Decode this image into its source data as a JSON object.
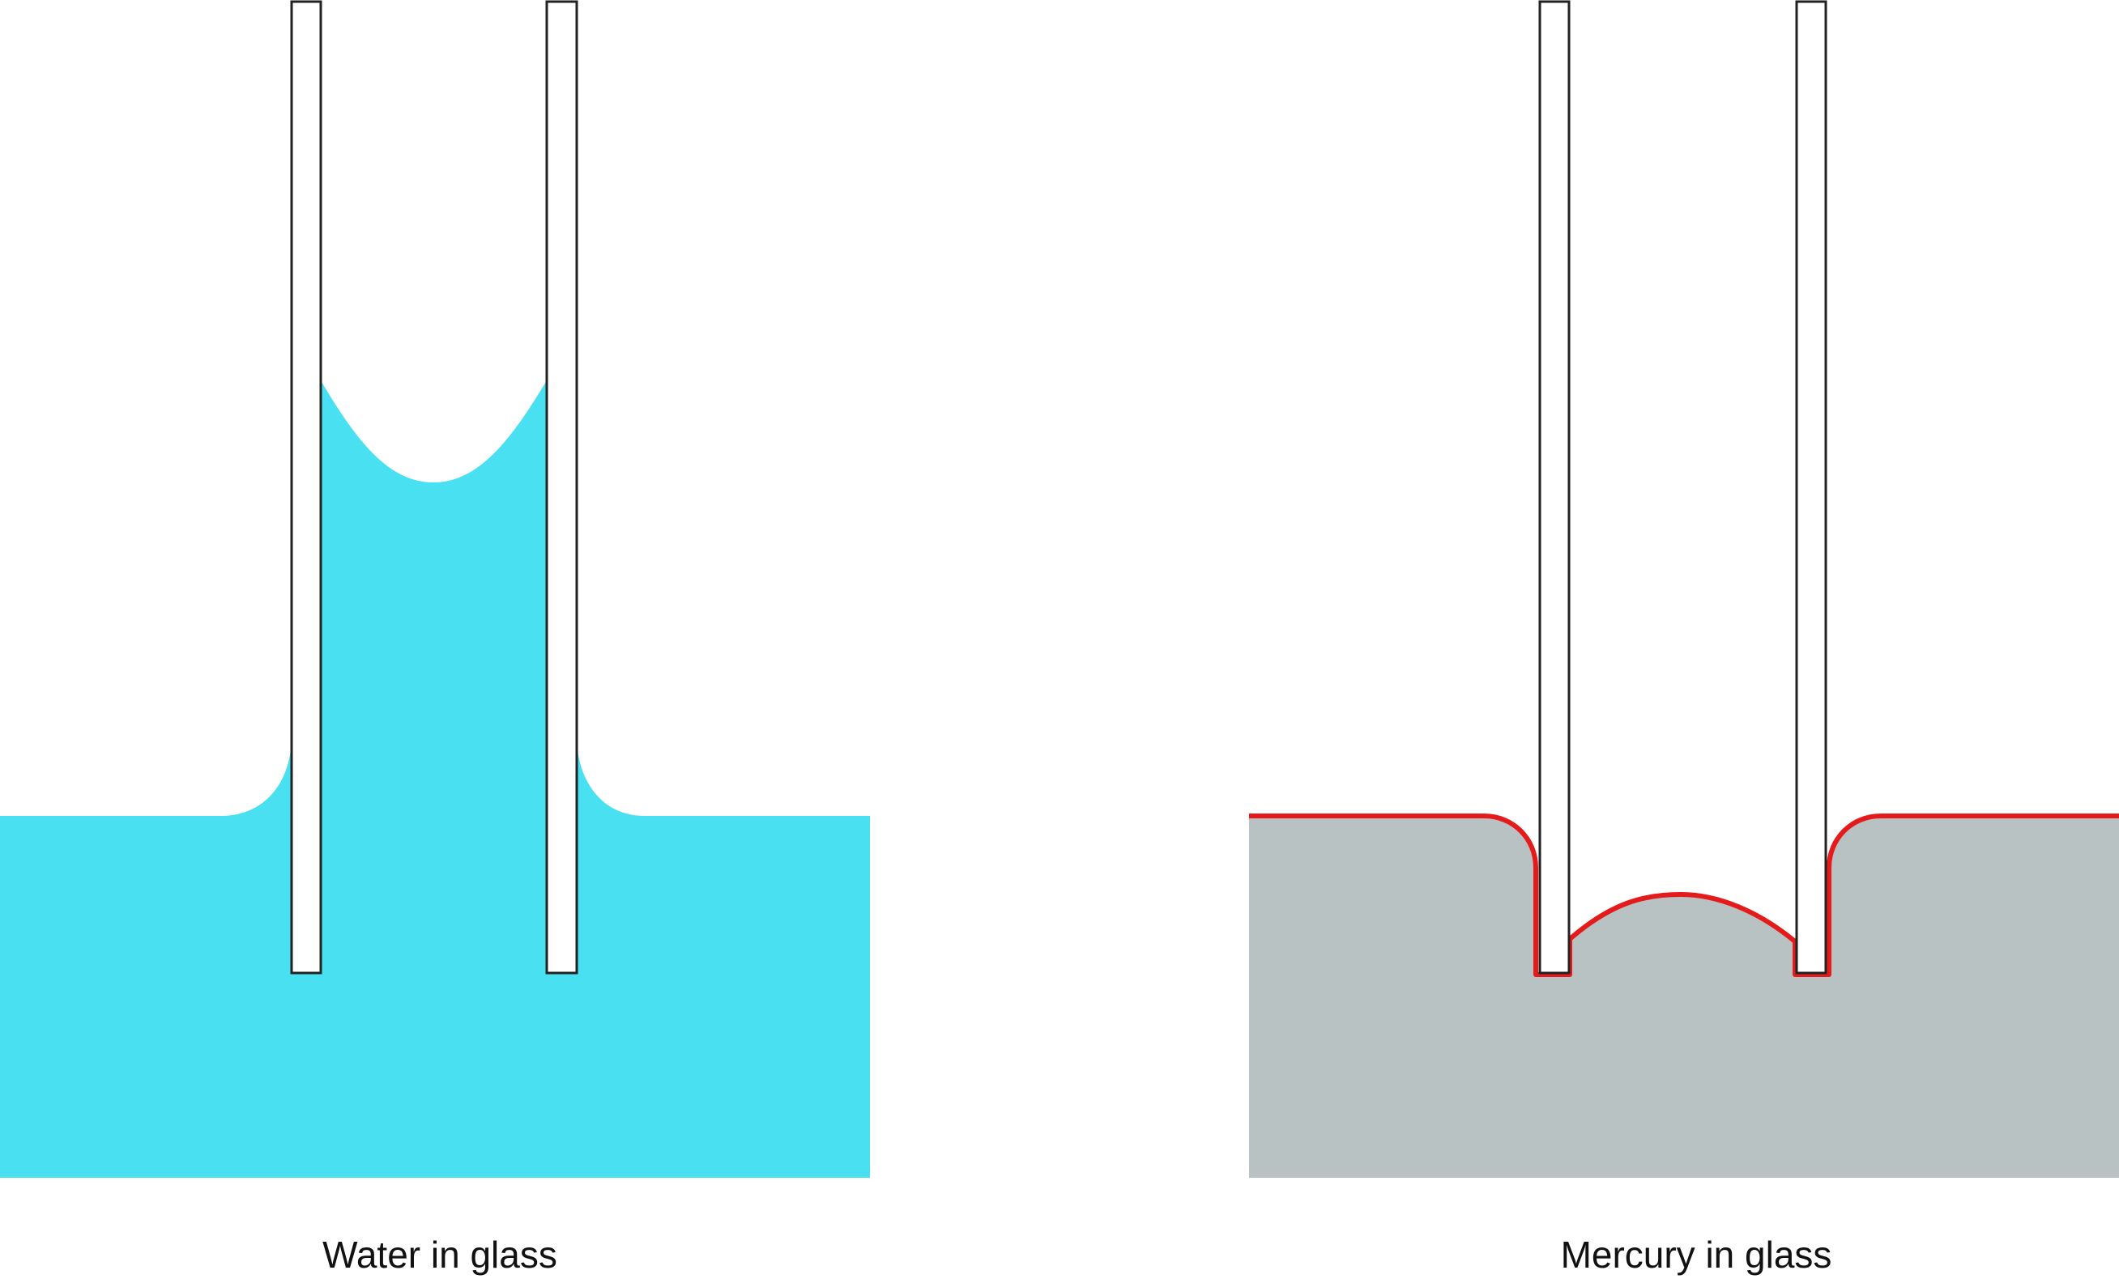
{
  "panels": [
    {
      "id": "water",
      "caption": "Water in glass",
      "liquid_color": "#49E1F1",
      "meniscus": "concave"
    },
    {
      "id": "mercury",
      "caption": "Mercury in glass",
      "liquid_color": "#B8C2C2",
      "outline_color": "#E51B1B",
      "meniscus": "convex"
    }
  ],
  "glass": {
    "fill": "#ffffff",
    "stroke": "#222222"
  }
}
